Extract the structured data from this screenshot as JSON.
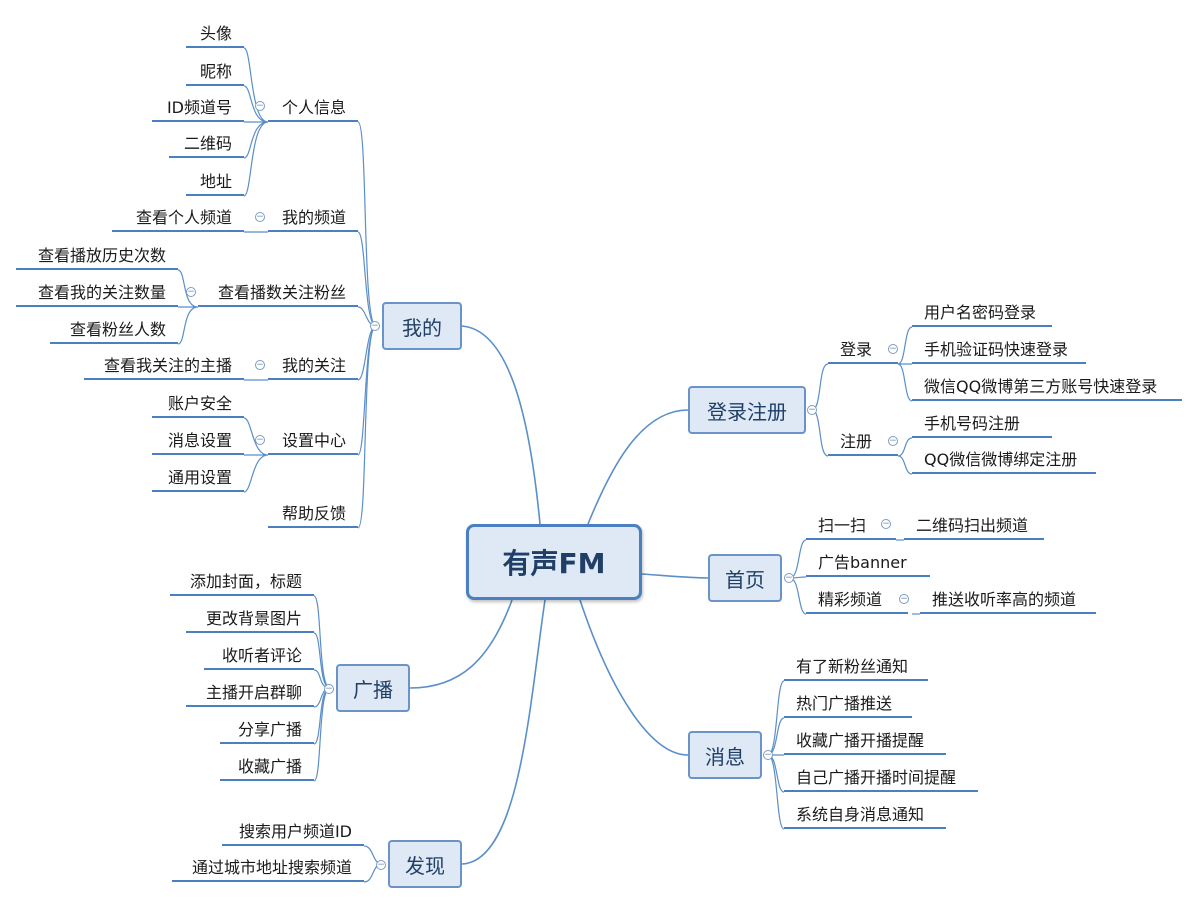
{
  "central": {
    "label": "有声FM"
  },
  "branches": {
    "mine": {
      "label": "我的",
      "profile": {
        "label": "个人信息",
        "items": [
          "头像",
          "昵称",
          "ID频道号",
          "二维码",
          "地址"
        ]
      },
      "my_channel": {
        "label": "我的频道",
        "items": [
          "查看个人频道"
        ]
      },
      "play_stats": {
        "label": "查看播数关注粉丝",
        "items": [
          "查看播放历史次数",
          "查看我的关注数量",
          "查看粉丝人数"
        ]
      },
      "my_follow": {
        "label": "我的关注",
        "items": [
          "查看我关注的主播"
        ]
      },
      "settings": {
        "label": "设置中心",
        "items": [
          "账户安全",
          "消息设置",
          "通用设置"
        ]
      },
      "feedback": {
        "label": "帮助反馈"
      }
    },
    "broadcast": {
      "label": "广播",
      "items": [
        "添加封面，标题",
        "更改背景图片",
        "收听者评论",
        "主播开启群聊",
        "分享广播",
        "收藏广播"
      ]
    },
    "discover": {
      "label": "发现",
      "items": [
        "搜索用户频道ID",
        "通过城市地址搜索频道"
      ]
    },
    "login": {
      "label": "登录注册",
      "signin": {
        "label": "登录",
        "items": [
          "用户名密码登录",
          "手机验证码快速登录",
          "微信QQ微博第三方账号快速登录"
        ]
      },
      "signup": {
        "label": "注册",
        "items": [
          "手机号码注册",
          "QQ微信微博绑定注册"
        ]
      }
    },
    "home": {
      "label": "首页",
      "scan": {
        "label": "扫一扫",
        "items": [
          "二维码扫出频道"
        ]
      },
      "banner": {
        "label": "广告banner"
      },
      "featured": {
        "label": "精彩频道",
        "items": [
          "推送收听率高的频道"
        ]
      }
    },
    "messages": {
      "label": "消息",
      "items": [
        "有了新粉丝通知",
        "热门广播推送",
        "收藏广播开播提醒",
        "自己广播开播时间提醒",
        "系统自身消息通知"
      ]
    }
  }
}
